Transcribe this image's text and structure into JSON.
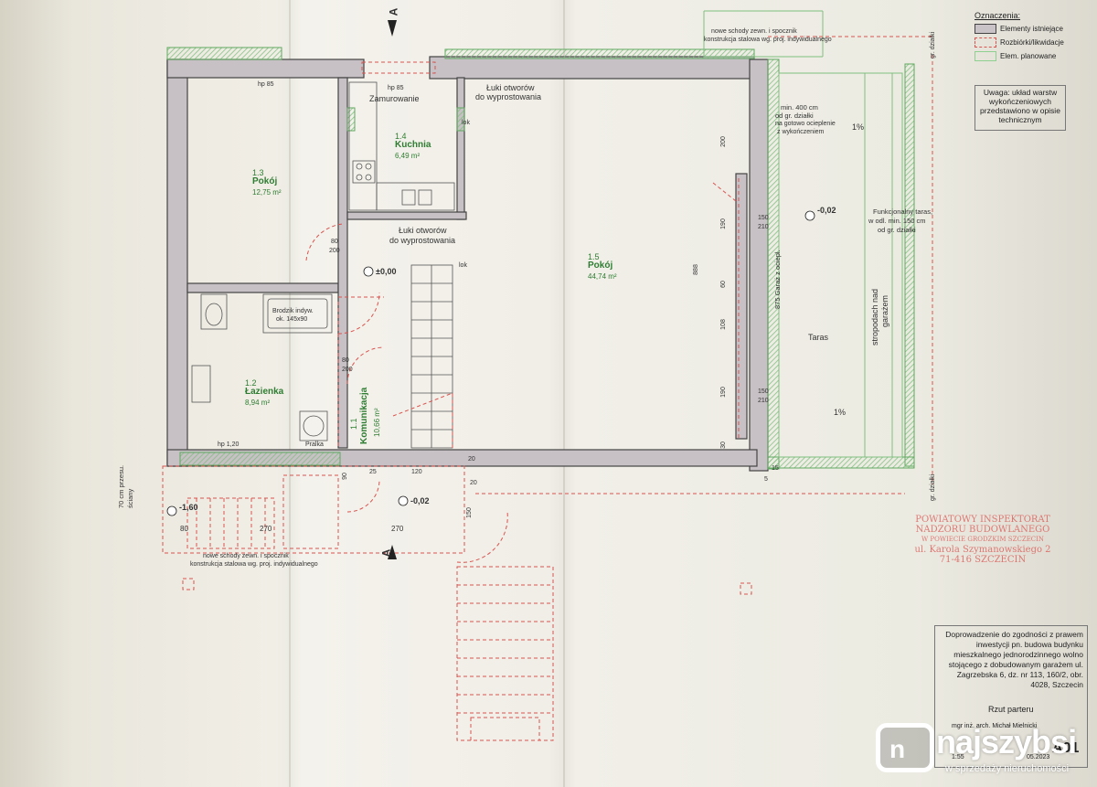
{
  "legend": {
    "title": "Oznaczenia:",
    "items": [
      {
        "label": "Elementy istniejące",
        "color": "#c9c2c6"
      },
      {
        "label": "Rozbiórki/likwidacje",
        "color": "#d9534f"
      },
      {
        "label": "Elem. planowane",
        "color": "#8fcf8f"
      }
    ]
  },
  "note": "Uwaga: układ warstw wykończeniowych przedstawiono w opisie technicznym",
  "section_marks": {
    "a_top": "A",
    "a_bottom": "A"
  },
  "rooms": [
    {
      "num": "1.3",
      "name": "Pokój",
      "area": "12,75 m²"
    },
    {
      "num": "1.4",
      "name": "Kuchnia",
      "area": "6,49 m²"
    },
    {
      "num": "1.5",
      "name": "Pokój",
      "area": "44,74 m²"
    },
    {
      "num": "1.2",
      "name": "Łazienka",
      "area": "8,94 m²"
    },
    {
      "num": "1.1",
      "name": "Komunikacja",
      "area": "10,66 m²"
    }
  ],
  "annotations": {
    "zamurowanie": "Zamurowanie",
    "luki1": "Łuki otworów",
    "luki1b": "do wyprostowania",
    "luki2": "Łuki otworów",
    "luki2b": "do wyprostowania",
    "stairs_top_1": "nowe schody zewn. i spocznik",
    "stairs_top_2": "konstrukcja stalowa wg. proj. indywidualnego",
    "stairs_bot_1": "nowe schody zewn. i spocznik",
    "stairs_bot_2": "konstrukcja stalowa wg. proj. indywidualnego",
    "brodzik1": "Brodzik indyw.",
    "brodzik2": "ok. 145x90",
    "pralka": "Pralka",
    "min400_1": "min. 400 cm",
    "min400_2": "od gr. działki",
    "min400_3": "na gotowo ocieplenie",
    "min400_4": "z wykończeniem",
    "taras_func_1": "Funkcjonalny taras,",
    "taras_func_2": "w odl. min. 150 cm",
    "taras_func_3": "od gr. działki",
    "taras": "Taras",
    "stropodach1": "stropodach nad",
    "stropodach2": "garażem",
    "garaz": "875 Garaż z ociepl.",
    "gr_dzialki_top": "gr. działki",
    "gr_dzialki_bot": "gr. działki",
    "prog": "70 cm przesu. ściany",
    "hp85a": "hp 85",
    "hp85b": "hp 85",
    "hp120": "hp 1,20",
    "lvl_000": "±0,00",
    "lvl_m002a": "-0,02",
    "lvl_m002b": "-0,02",
    "lvl_m160": "-1,60",
    "pct1": "1%",
    "pct2": "1%",
    "lok1": "lok",
    "lok2": "lok"
  },
  "dimensions": {
    "d200a": "200",
    "d190a": "190",
    "d60": "60",
    "d108": "108",
    "d190b": "190",
    "d30": "30",
    "d888": "888",
    "d150a": "150",
    "d210a": "210",
    "d150b": "150",
    "d210b": "210",
    "d80a": "80",
    "d200b": "200",
    "d80b": "80",
    "d200c": "200",
    "d270a": "270",
    "d270b": "270",
    "d80c": "80",
    "d150c": "150",
    "d90": "90",
    "d20a": "20",
    "d20b": "20",
    "d120": "120",
    "d5": "5",
    "d15": "15",
    "d25": "25"
  },
  "stamp": {
    "l1": "POWIATOWY INSPEKTORAT",
    "l2": "NADZORU BUDOWLANEGO",
    "l3": "W POWIECIE GRODZKIM SZCZECIN",
    "l4": "ul. Karola Szymanowskiego 2",
    "l5": "71-416 SZCZECIN"
  },
  "titleblock": {
    "desc": "Doprowadzenie do zgodności z prawem inwestycji pn. budowa budynku mieszkalnego jednorodzinnego wolno stojącego z dobudowanym garażem ul. Zagrzebska 6, dz. nr 113, 160/2, obr. 4028, Szczecin",
    "rzut": "Rzut parteru",
    "arch": "mgr inż. arch. Michał Mielnicki",
    "scale": "1:55",
    "date": "05.2023",
    "sheet": "A01"
  },
  "watermark": {
    "brand": "najszybsi",
    "sub": "w sprzedaży nieruchomości",
    "mark": "n"
  }
}
